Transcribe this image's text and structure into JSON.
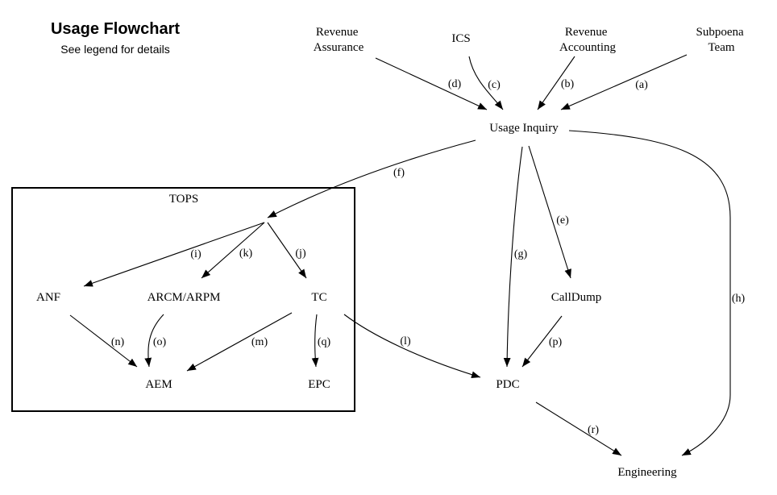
{
  "header": {
    "title": "Usage Flowchart",
    "subtitle": "See legend for details"
  },
  "cluster": {
    "label": "TOPS"
  },
  "nodes": {
    "revenue_assurance": [
      "Revenue",
      "Assurance"
    ],
    "ics": "ICS",
    "revenue_accounting": [
      "Revenue",
      "Accounting"
    ],
    "subpoena_team": [
      "Subpoena",
      "Team"
    ],
    "usage_inquiry": "Usage Inquiry",
    "anf": "ANF",
    "arcm_arpm": "ARCM/ARPM",
    "tc": "TC",
    "callDump": "CallDump",
    "aem": "AEM",
    "epc": "EPC",
    "pdc": "PDC",
    "engineering": "Engineering"
  },
  "edges": {
    "a": "(a)",
    "b": "(b)",
    "c": "(c)",
    "d": "(d)",
    "e": "(e)",
    "f": "(f)",
    "g": "(g)",
    "h": "(h)",
    "i": "(i)",
    "j": "(j)",
    "k": "(k)",
    "l": "(l)",
    "m": "(m)",
    "n": "(n)",
    "o": "(o)",
    "p": "(p)",
    "q": "(q)",
    "r": "(r)"
  }
}
